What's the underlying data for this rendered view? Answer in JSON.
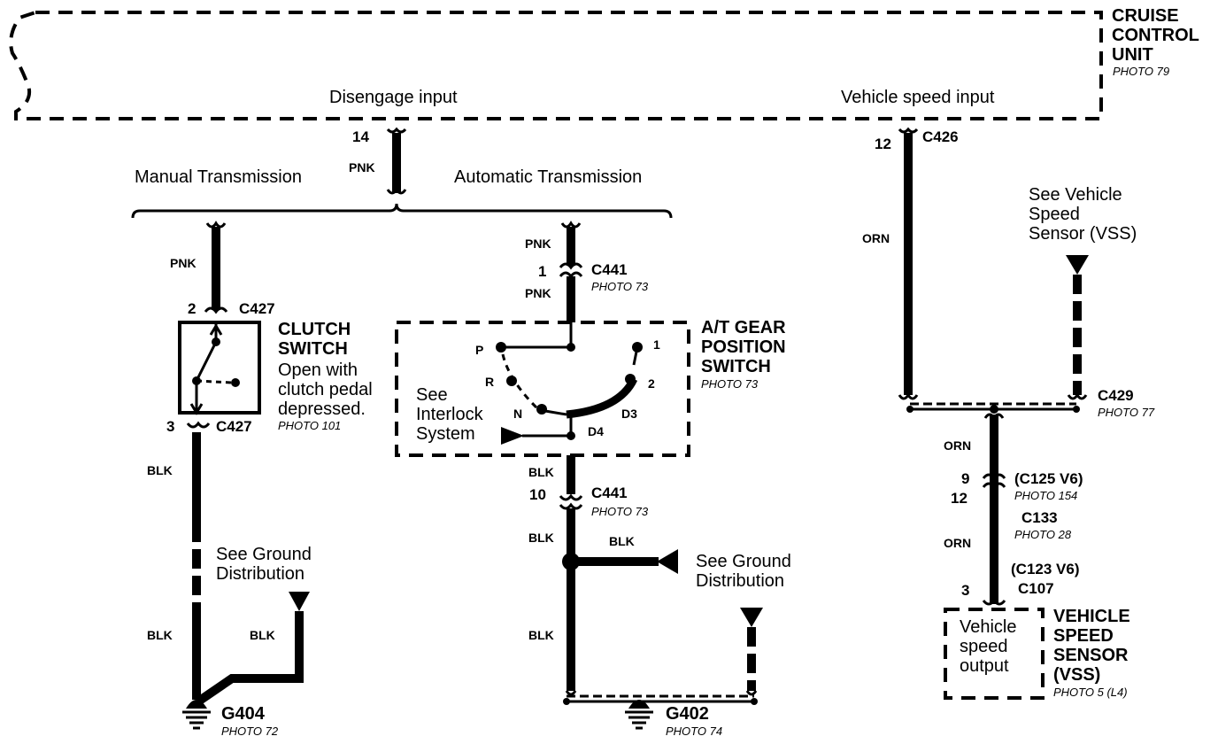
{
  "cruise_unit": {
    "name_line1": "CRUISE",
    "name_line2": "CONTROL",
    "name_line3": "UNIT",
    "photo": "PHOTO 79",
    "disengage_input": "Disengage input",
    "speed_input": "Vehicle speed input"
  },
  "disengage_circuit": {
    "pin": "14",
    "wire": "PNK",
    "manual_label": "Manual Transmission",
    "automatic_label": "Automatic Transmission"
  },
  "manual_branch": {
    "wire_top": "PNK",
    "pin_top": "2",
    "conn_top": "C427",
    "switch_line1": "CLUTCH",
    "switch_line2": "SWITCH",
    "switch_desc1": "Open with",
    "switch_desc2": "clutch pedal",
    "switch_desc3": "depressed.",
    "switch_photo": "PHOTO 101",
    "pin_bottom": "3",
    "conn_bottom": "C427",
    "wire_bottom": "BLK",
    "wire_lower": "BLK",
    "wire_ground_branch": "BLK",
    "see_ground_1": "See Ground",
    "see_ground_2": "Distribution",
    "ground": "G404",
    "ground_photo": "PHOTO 72"
  },
  "auto_branch": {
    "wire_top": "PNK",
    "pin_c441_top": "1",
    "conn_c441_top": "C441",
    "photo_c441_top": "PHOTO 73",
    "wire_mid": "PNK",
    "switch_line1": "A/T GEAR",
    "switch_line2": "POSITION",
    "switch_line3": "SWITCH",
    "switch_photo": "PHOTO 73",
    "positions": [
      "P",
      "R",
      "N",
      "D4",
      "D3",
      "2",
      "1"
    ],
    "interlock_1": "See",
    "interlock_2": "Interlock",
    "interlock_3": "System",
    "wire_below_switch": "BLK",
    "pin_c441_bottom": "10",
    "conn_c441_bottom": "C441",
    "photo_c441_bottom": "PHOTO 73",
    "wire_splice_top": "BLK",
    "wire_branch": "BLK",
    "see_ground_1": "See Ground",
    "see_ground_2": "Distribution",
    "wire_lower": "BLK",
    "ground": "G402",
    "ground_photo": "PHOTO 74"
  },
  "speed_circuit": {
    "pin": "12",
    "conn": "C426",
    "wire": "ORN",
    "see_vss_1": "See Vehicle",
    "see_vss_2": "Speed",
    "see_vss_3": "Sensor (VSS)",
    "conn_c429": "C429",
    "photo_c429": "PHOTO 77",
    "wire_below": "ORN",
    "pin_c125": "9",
    "conn_c125": "(C125 V6)",
    "photo_c125": "PHOTO 154",
    "pin_c133": "12",
    "conn_c133": "C133",
    "photo_c133": "PHOTO 28",
    "wire_lower": "ORN",
    "conn_c123": "(C123 V6)",
    "pin_c107": "3",
    "conn_c107": "C107",
    "vss_box_1": "Vehicle",
    "vss_box_2": "speed",
    "vss_box_3": "output",
    "vss_name_1": "VEHICLE",
    "vss_name_2": "SPEED",
    "vss_name_3": "SENSOR",
    "vss_name_4": "(VSS)",
    "vss_photo": "PHOTO 5 (L4)"
  }
}
